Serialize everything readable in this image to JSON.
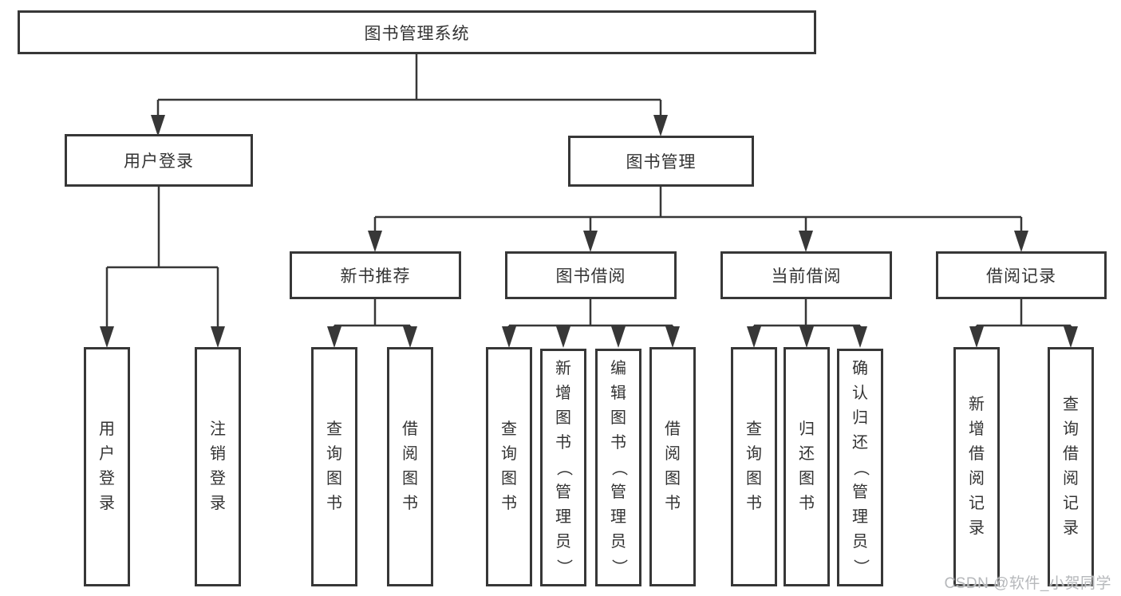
{
  "diagram": {
    "root": {
      "label": "图书管理系统"
    },
    "branches": [
      {
        "label": "用户登录",
        "children": [
          {
            "label": "用户登录"
          },
          {
            "label": "注销登录"
          }
        ]
      },
      {
        "label": "图书管理",
        "children": [
          {
            "label": "新书推荐",
            "children": [
              {
                "label": "查询图书"
              },
              {
                "label": "借阅图书"
              }
            ]
          },
          {
            "label": "图书借阅",
            "children": [
              {
                "label": "查询图书"
              },
              {
                "label": "新增图书（管理员）"
              },
              {
                "label": "编辑图书（管理员）"
              },
              {
                "label": "借阅图书"
              }
            ]
          },
          {
            "label": "当前借阅",
            "children": [
              {
                "label": "查询图书"
              },
              {
                "label": "归还图书"
              },
              {
                "label": "确认归还（管理员）"
              }
            ]
          },
          {
            "label": "借阅记录",
            "children": [
              {
                "label": "新增借阅记录"
              },
              {
                "label": "查询借阅记录"
              }
            ]
          }
        ]
      }
    ]
  },
  "watermark": {
    "text": "CSDN @软件_小贺同学"
  },
  "colors": {
    "line": "#373737",
    "text": "#333333",
    "watermark": "#b6b8bb",
    "background": "#ffffff"
  }
}
